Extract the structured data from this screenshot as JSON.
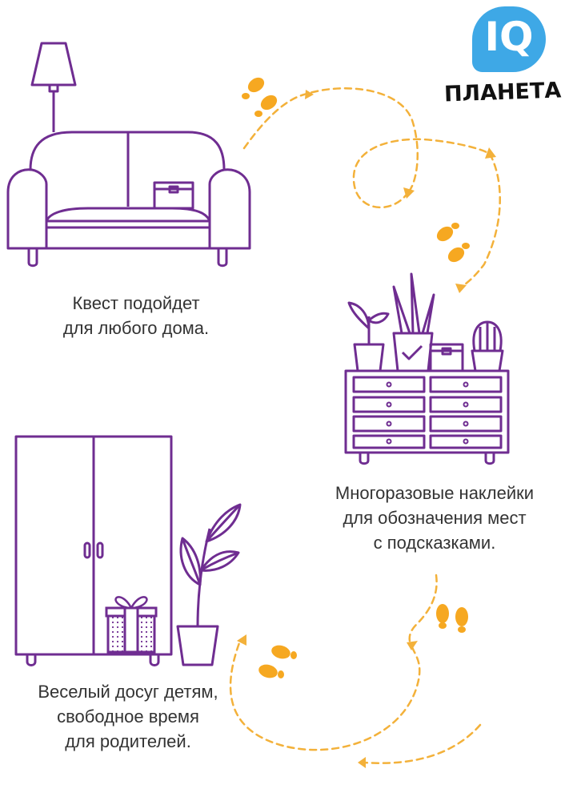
{
  "logo": {
    "mark": "IQ",
    "word": "ПЛАНЕТА",
    "bubble_color": "#3ea8e6",
    "text_color": "#111111"
  },
  "captions": {
    "sofa": [
      "Квест подойдет",
      "для любого дома."
    ],
    "dresser": [
      "Многоразовые наклейки",
      "для обозначения мест",
      "с подсказками."
    ],
    "wardrobe": [
      "Веселый досуг детям,",
      "свободное время",
      "для родителей."
    ]
  },
  "illustrations": [
    "lamp-icon",
    "sofa-icon",
    "plant-icons",
    "dresser-icon",
    "wardrobe-icon",
    "gift-box-icon",
    "plant-pot-icon"
  ],
  "decor": [
    "footprints-icon",
    "dashed-path-arrow"
  ],
  "colors": {
    "outline": "#6f2d91",
    "footprints": "#f6a821",
    "path": "#f3b13a",
    "text": "#333333"
  }
}
